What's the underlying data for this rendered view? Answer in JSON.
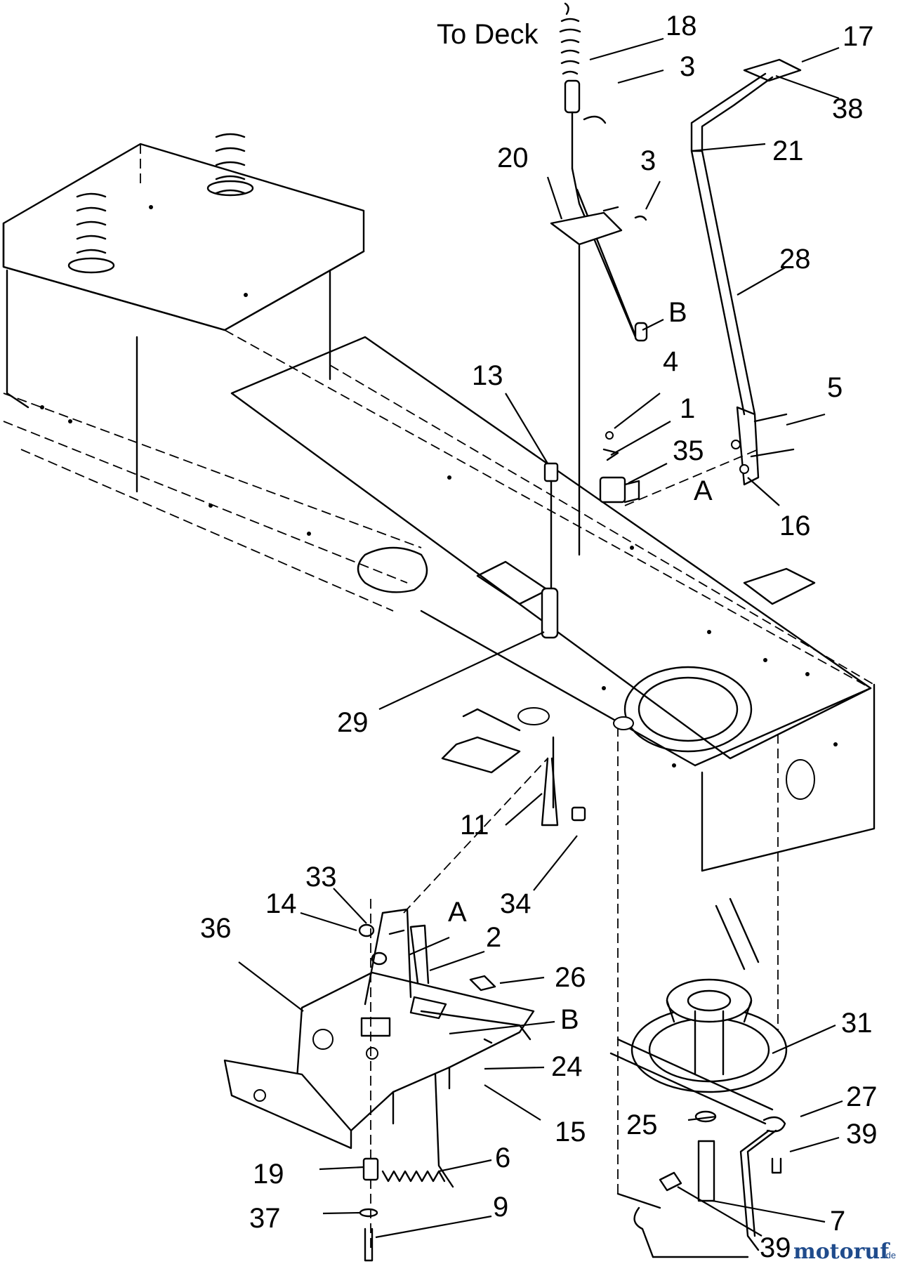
{
  "diagram": {
    "to_deck_label": "To Deck",
    "callouts": {
      "c18": "18",
      "c17": "17",
      "c3a": "3",
      "c38": "38",
      "c20": "20",
      "c3b": "3",
      "c21": "21",
      "c28": "28",
      "cB1": "B",
      "c4": "4",
      "c13": "13",
      "c1": "1",
      "c5": "5",
      "c35": "35",
      "cA1": "A",
      "c16": "16",
      "c29": "29",
      "c11": "11",
      "c34": "34",
      "c33": "33",
      "c14": "14",
      "cA2": "A",
      "c36": "36",
      "c2": "2",
      "c26": "26",
      "cB2": "B",
      "c31": "31",
      "c24": "24",
      "c27": "27",
      "c15": "15",
      "c25": "25",
      "c39a": "39",
      "c19": "19",
      "c6": "6",
      "c7": "7",
      "c37": "37",
      "c9": "9",
      "c39b": "39"
    },
    "watermark": {
      "brand": "motoruf",
      "suffix": ".de",
      "color": "#1f4b8c"
    }
  }
}
